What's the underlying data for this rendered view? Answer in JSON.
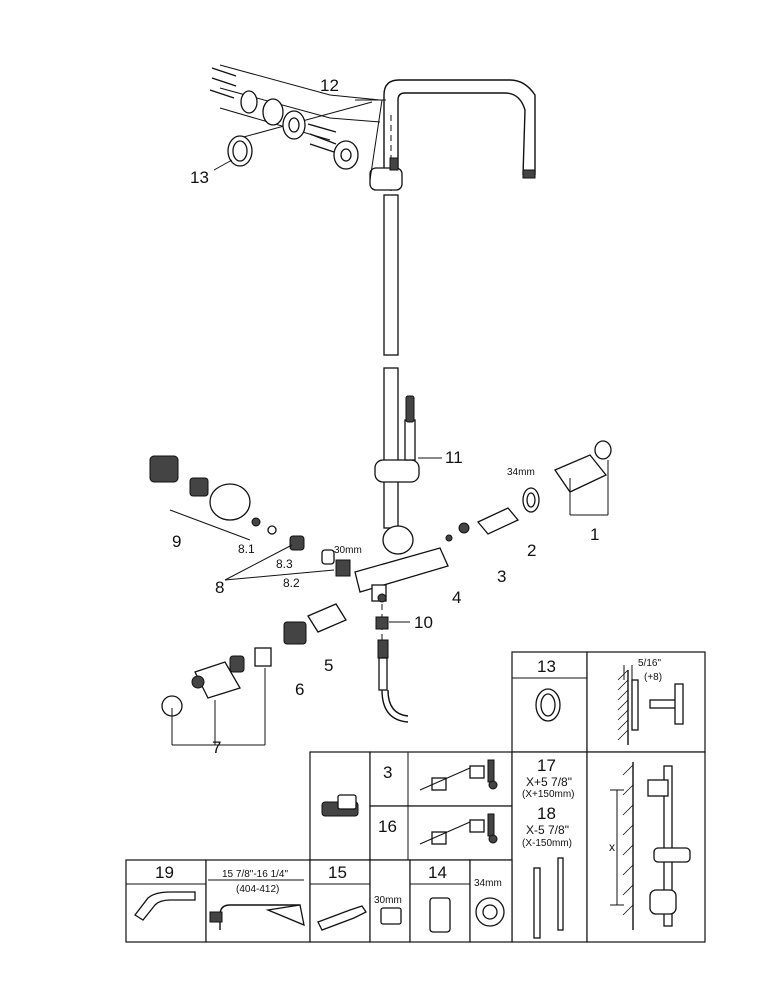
{
  "callouts": {
    "c1": "1",
    "c2": "2",
    "c3": "3",
    "c4": "4",
    "c5": "5",
    "c6": "6",
    "c7": "7",
    "c8": "8",
    "c81": "8.1",
    "c82": "8.2",
    "c83": "8.3",
    "c9": "9",
    "c10": "10",
    "c11": "11",
    "c12": "12",
    "c13": "13"
  },
  "dims": {
    "d30": "30mm",
    "d34": "34mm"
  },
  "table": {
    "t13": "13",
    "wall_dim": "5/16\"",
    "wall_dim_mm": "(+8)",
    "t3": "3",
    "t16": "16",
    "t17": "17",
    "t17_dim": "X+5 7/8\"",
    "t17_mm": "(X+150mm)",
    "t18": "18",
    "t18_dim": "X-5 7/8\"",
    "t18_mm": "(X-150mm)",
    "x_label": "x",
    "t19": "19",
    "t_width": "15 7/8\"-16 1/4\"",
    "t_width_mm": "(404-412)",
    "t15": "15",
    "t14": "14",
    "t_30": "30mm",
    "t_34": "34mm"
  }
}
